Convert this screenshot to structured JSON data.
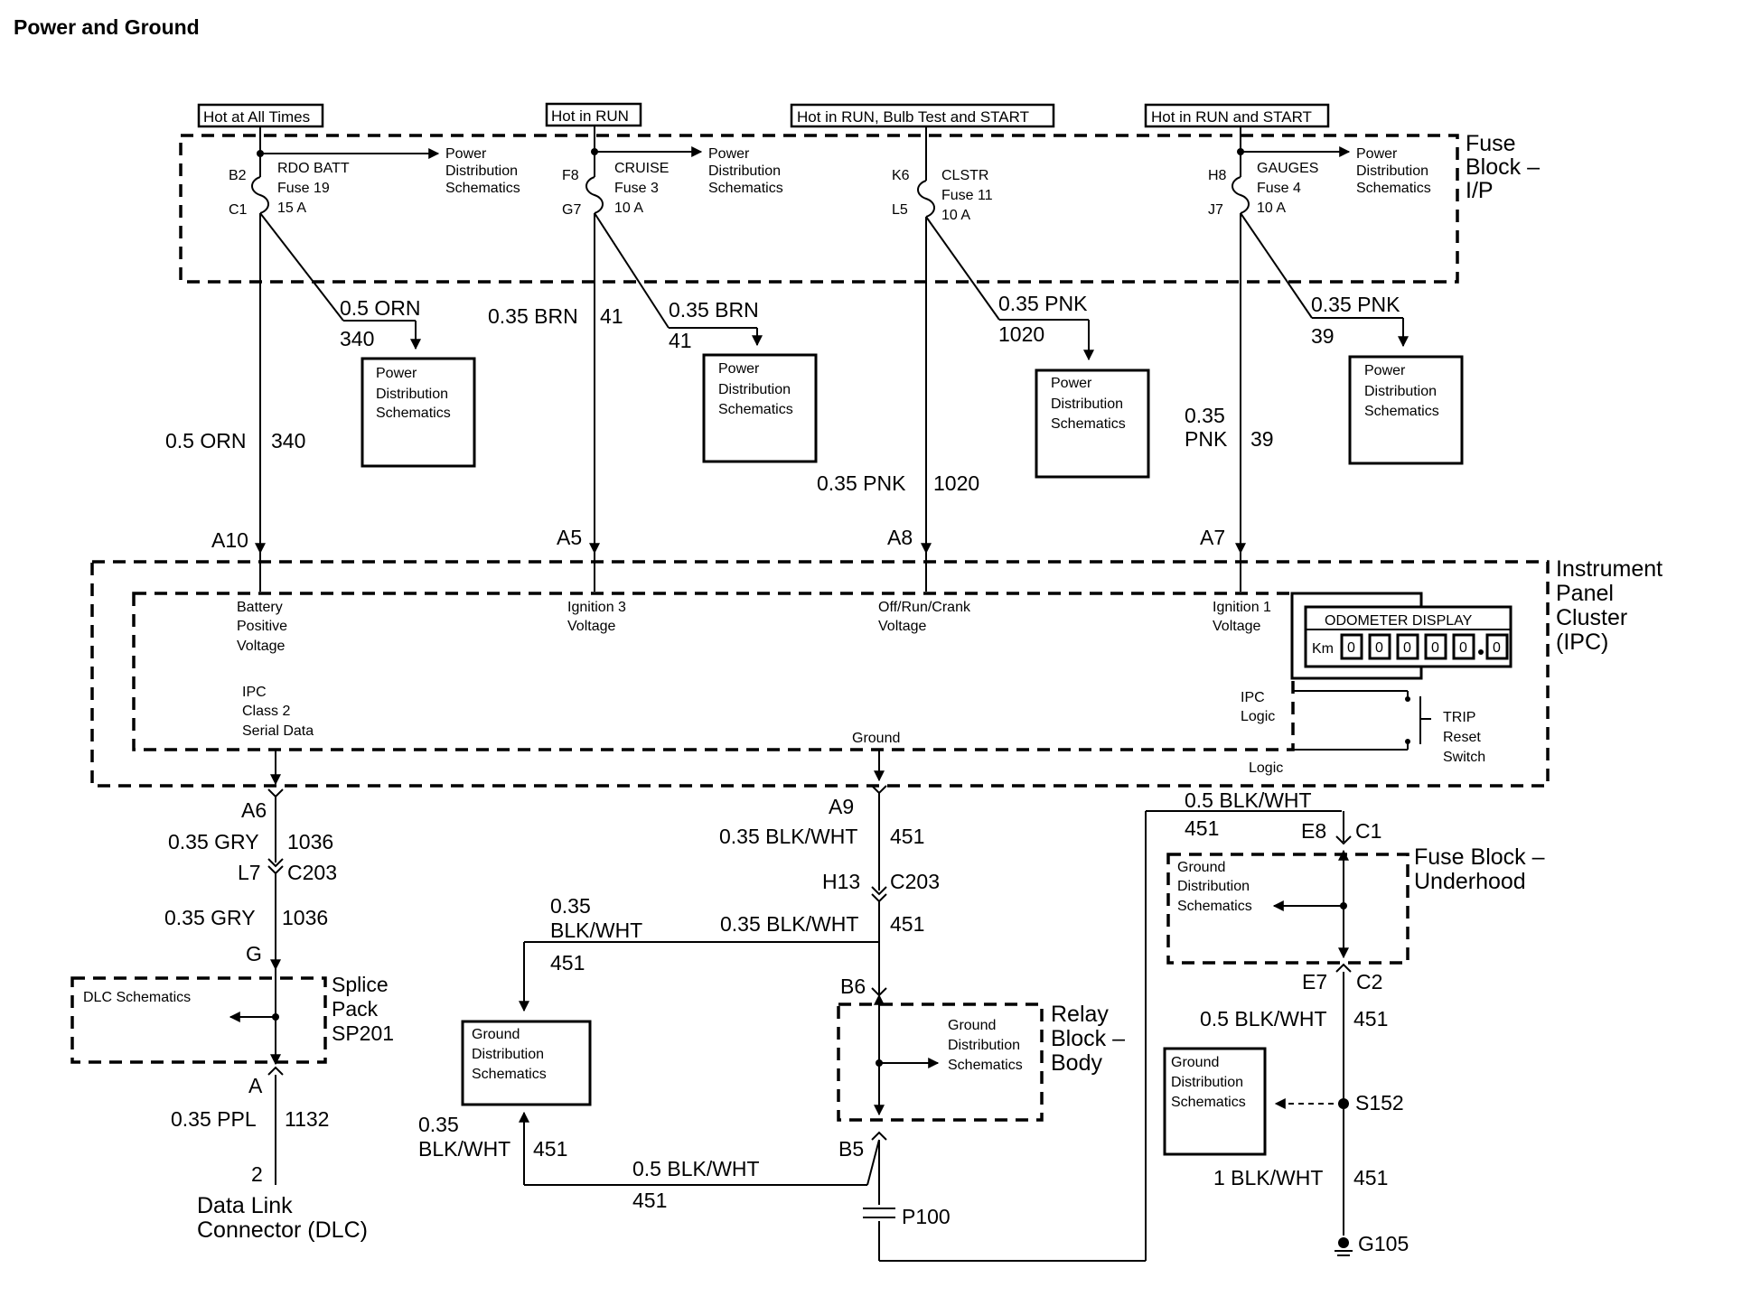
{
  "title": "Power and Ground",
  "headers": [
    "Hot at All Times",
    "Hot in RUN",
    "Hot in RUN, Bulb Test and START",
    "Hot in RUN and START"
  ],
  "fuse_block_ip": {
    "line1": "Fuse",
    "line2": "Block –",
    "line3": "I/P"
  },
  "fuses": [
    {
      "top_pin": "B2",
      "bottom_pin": "C1",
      "name": "RDO BATT",
      "fuse": "Fuse 19",
      "rating": "15 A"
    },
    {
      "top_pin": "F8",
      "bottom_pin": "G7",
      "name": "CRUISE",
      "fuse": "Fuse 3",
      "rating": "10 A"
    },
    {
      "top_pin": "K6",
      "bottom_pin": "L5",
      "name": "CLSTR",
      "fuse": "Fuse 11",
      "rating": "10 A"
    },
    {
      "top_pin": "H8",
      "bottom_pin": "J7",
      "name": "GAUGES",
      "fuse": "Fuse 4",
      "rating": "10 A"
    }
  ],
  "pd_top": {
    "line1": "Power",
    "line2": "Distribution",
    "line3": "Schematics"
  },
  "pd_box": {
    "line1": "Power",
    "line2": "Distribution",
    "line3": "Schematics"
  },
  "branch_wires": [
    {
      "color": "0.5 ORN",
      "circuit": "340"
    },
    {
      "color": "0.35 BRN",
      "circuit": "41"
    },
    {
      "color": "0.35 PNK",
      "circuit": "1020"
    },
    {
      "color": "0.35 PNK",
      "circuit": "39"
    }
  ],
  "feed_wires": [
    {
      "color": "0.5 ORN",
      "circuit": "340"
    },
    {
      "color": "0.35 BRN",
      "circuit": "41"
    },
    {
      "color": "0.35 PNK",
      "circuit": "1020"
    },
    {
      "color_line1": "0.35",
      "color_line2": "PNK",
      "circuit": "39"
    }
  ],
  "ipc_pins": [
    "A10",
    "A5",
    "A8",
    "A7"
  ],
  "ipc": {
    "label_line1": "Instrument",
    "label_line2": "Panel",
    "label_line3": "Cluster",
    "label_line4": "(IPC)",
    "battery": [
      "Battery",
      "Positive",
      "Voltage"
    ],
    "ign3": [
      "Ignition 3",
      "Voltage"
    ],
    "offrun": [
      "Off/Run/Crank",
      "Voltage"
    ],
    "ign1": [
      "Ignition 1",
      "Voltage"
    ],
    "serial": [
      "IPC",
      "Class 2",
      "Serial Data"
    ],
    "ground": "Ground",
    "odometer_title": "ODOMETER DISPLAY",
    "odometer_unit": "Km",
    "odometer_digits": [
      "0",
      "0",
      "0",
      "0",
      "0",
      "0"
    ],
    "ipc_logic": [
      "IPC",
      "Logic"
    ],
    "logic": "Logic",
    "trip": [
      "TRIP",
      "Reset",
      "Switch"
    ]
  },
  "dlc_path": {
    "pin_a6": "A6",
    "wire1": {
      "color": "0.35 GRY",
      "circuit": "1036"
    },
    "conn_l7": "L7",
    "conn_c203": "C203",
    "wire2": {
      "color": "0.35 GRY",
      "circuit": "1036"
    },
    "pin_g": "G",
    "dlc_schematics": "DLC Schematics",
    "splice": [
      "Splice",
      "Pack",
      "SP201"
    ],
    "pin_a": "A",
    "wire3": {
      "color": "0.35 PPL",
      "circuit": "1132"
    },
    "pin_2": "2",
    "dlc": [
      "Data Link",
      "Connector (DLC)"
    ]
  },
  "ground_path": {
    "pin_a9": "A9",
    "wire1": {
      "color": "0.35 BLK/WHT",
      "circuit": "451"
    },
    "conn_h13": "H13",
    "conn_c203": "C203",
    "wire2": {
      "color": "0.35 BLK/WHT",
      "circuit": "451"
    },
    "left_wire_top": {
      "line1": "0.35",
      "line2": "BLK/WHT",
      "circuit": "451"
    },
    "left_wire_bottom": {
      "line1": "0.35",
      "line2": "BLK/WHT",
      "circuit": "451"
    },
    "gd_box": [
      "Ground",
      "Distribution",
      "Schematics"
    ],
    "pin_b6": "B6",
    "relay_gd": [
      "Ground",
      "Distribution",
      "Schematics"
    ],
    "relay_block": [
      "Relay",
      "Block –",
      "Body"
    ],
    "pin_b5": "B5",
    "bottom_wire": {
      "color": "0.5 BLK/WHT",
      "circuit": "451"
    },
    "p100": "P100"
  },
  "underhood_path": {
    "top_wire": {
      "color": "0.5 BLK/WHT",
      "circuit": "451"
    },
    "pin_e8": "E8",
    "pin_c1": "C1",
    "fb_gd": [
      "Ground",
      "Distribution",
      "Schematics"
    ],
    "fuse_block": [
      "Fuse Block –",
      "Underhood"
    ],
    "pin_e7": "E7",
    "pin_c2": "C2",
    "wire2": {
      "color": "0.5 BLK/WHT",
      "circuit": "451"
    },
    "s152_gd": [
      "Ground",
      "Distribution",
      "Schematics"
    ],
    "s152": "S152",
    "wire3": {
      "color": "1 BLK/WHT",
      "circuit": "451"
    },
    "g105": "G105"
  }
}
